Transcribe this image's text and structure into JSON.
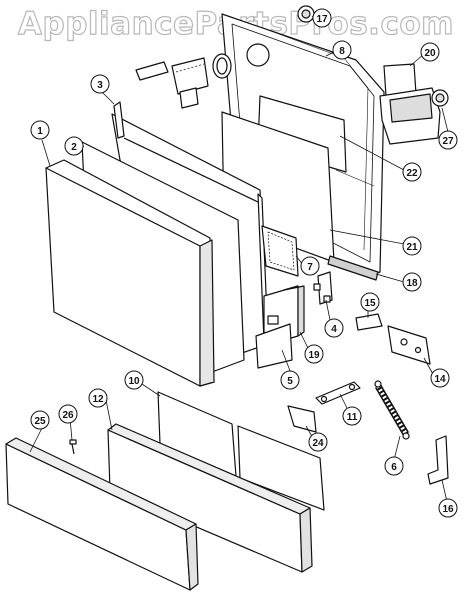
{
  "watermark": "AppliancePartsPros.com",
  "callouts": [
    "1",
    "2",
    "3",
    "4",
    "5",
    "6",
    "7",
    "8",
    "10",
    "11",
    "12",
    "14",
    "15",
    "16",
    "17",
    "18",
    "19",
    "20",
    "21",
    "22",
    "24",
    "25",
    "26",
    "27"
  ],
  "colors": {
    "line": "#111111",
    "panel_fill": "#ffffff",
    "shade": "#d8d8d8",
    "watermark_stroke": "#b9b9b9"
  }
}
